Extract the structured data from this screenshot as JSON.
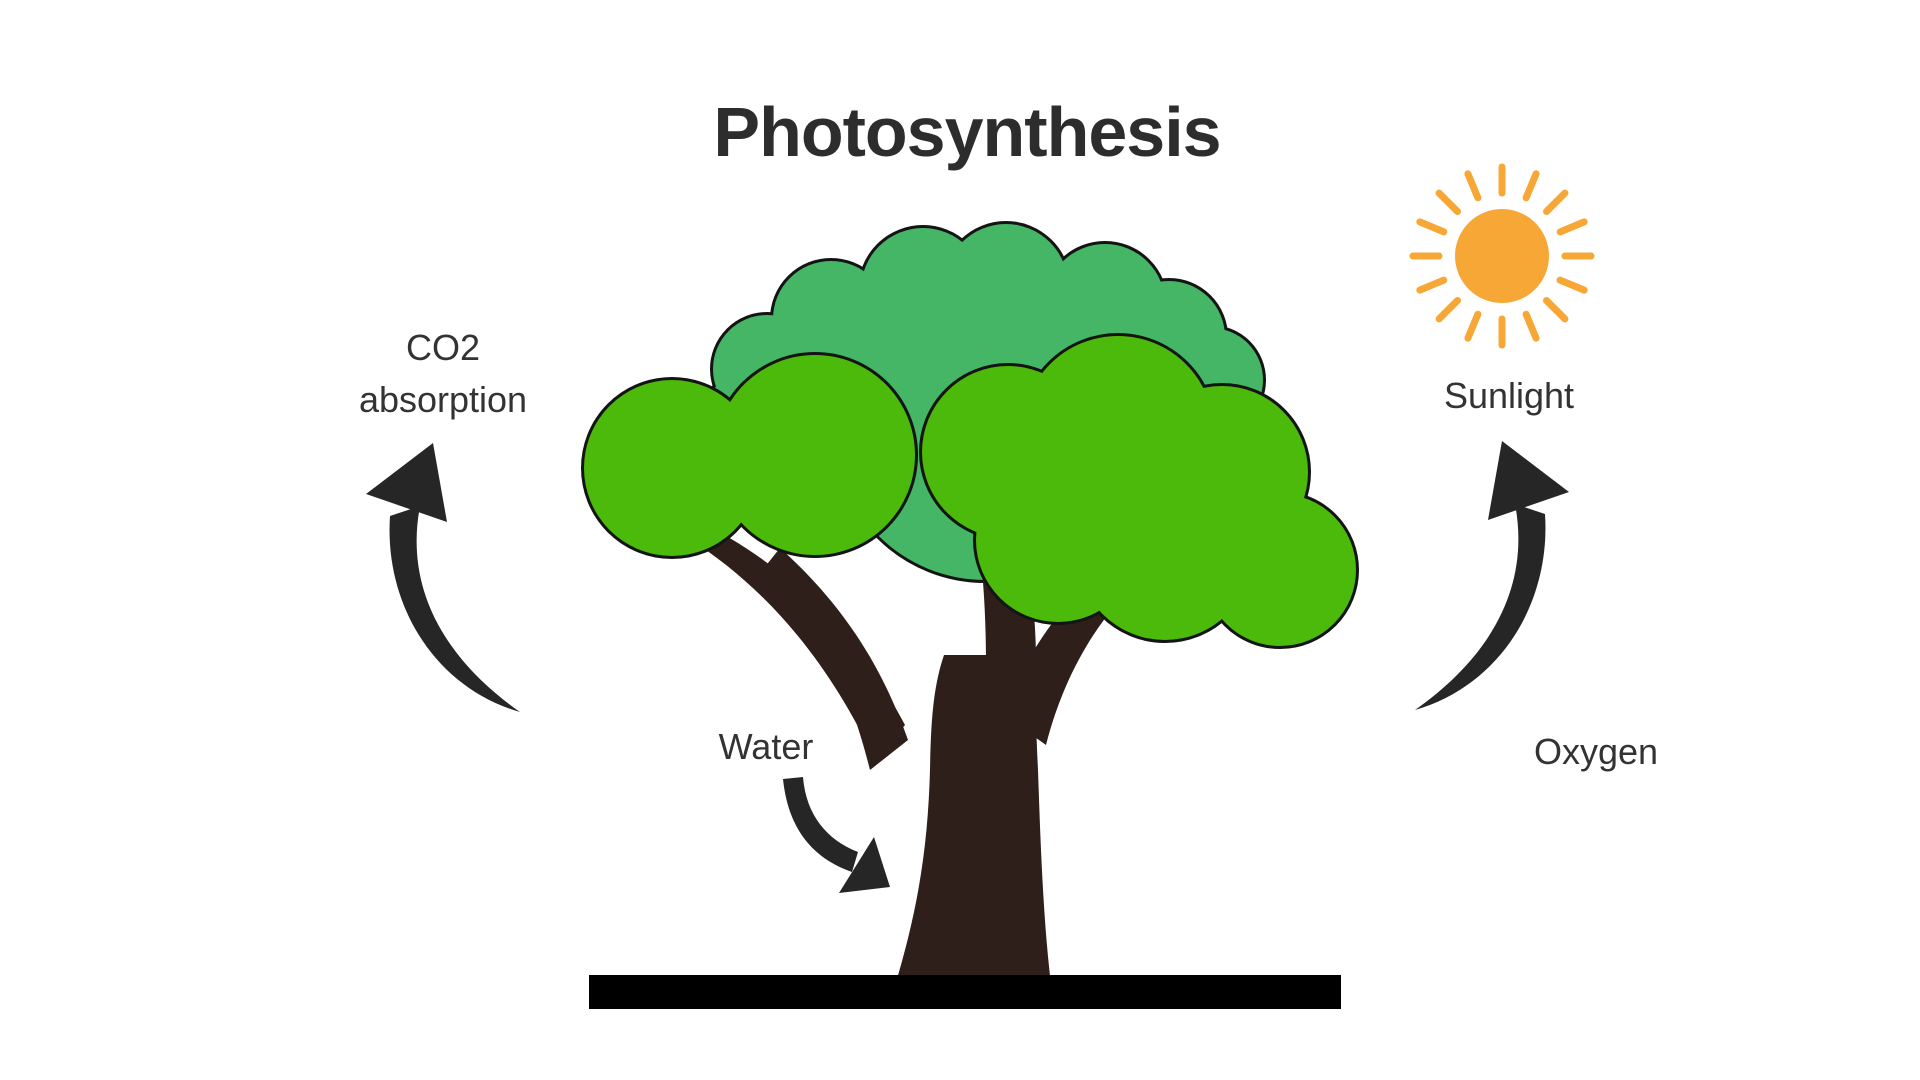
{
  "title": "Photosynthesis",
  "labels": {
    "co2_line1": "CO2",
    "co2_line2": "absorption",
    "sunlight": "Sunlight",
    "water": "Water",
    "oxygen": "Oxygen"
  },
  "icons": {
    "sun": "sun-icon",
    "tree": "tree-icon",
    "co2_arrow": "curved-up-arrow",
    "oxygen_arrow": "curved-up-arrow",
    "water_arrow": "curved-down-arrow"
  },
  "colors": {
    "background": "#ffffff",
    "title_text": "#2d2d2d",
    "label_text": "#333333",
    "arrow": "#262626",
    "sun": "#F6A735",
    "canopy_back": "#45B566",
    "canopy_front": "#4CBA0A",
    "outline": "#141414",
    "trunk": "#2E1F1A",
    "ground": "#000000"
  }
}
